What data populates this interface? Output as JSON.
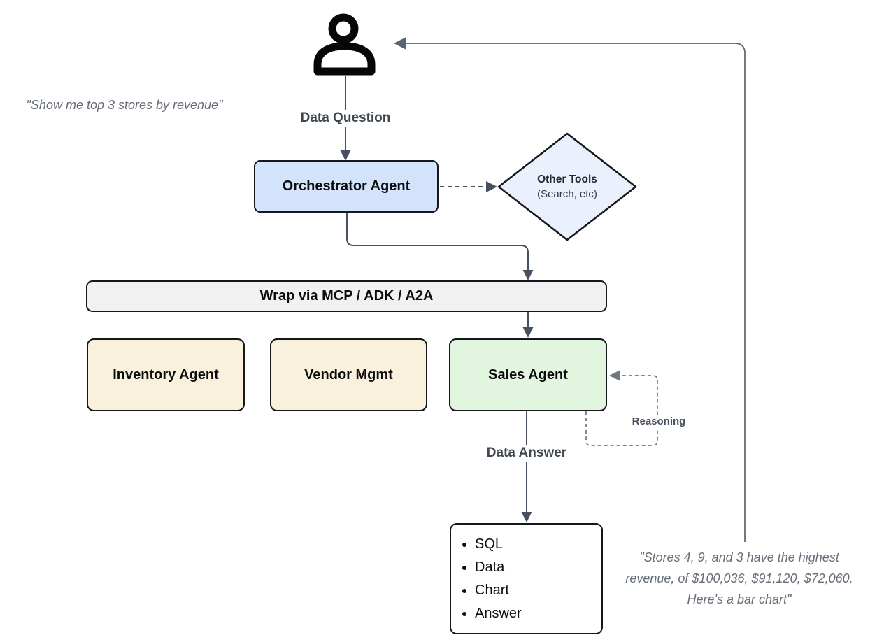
{
  "colors": {
    "background": "#ffffff",
    "node-border": "#15171b",
    "node-text": "#0c0d0f",
    "orchestrator-fill": "#d3e3fc",
    "diamond-fill": "#eaf1fc",
    "wrapper-fill": "#f1f1f2",
    "agent-fill-yellow": "#faf1dc",
    "agent-fill-green": "#e2f5de",
    "output-fill": "#ffffff",
    "arrow": "#47505e",
    "loop": "#6f7781",
    "feedback": "#5a6470",
    "flow-label": "#3e4750",
    "quote": "#666e79",
    "icon": "#070707"
  },
  "quotes": {
    "question": "\"Show me top 3 stores by revenue\"",
    "answer": "\"Stores 4, 9, and 3 have the highest\nrevenue, of $100,036, $91,120, $72,060.\nHere's a bar chart\""
  },
  "flow_labels": {
    "data_question": "Data Question",
    "data_answer": "Data Answer",
    "reasoning": "Reasoning"
  },
  "nodes": {
    "orchestrator": {
      "label": "Orchestrator Agent"
    },
    "other_tools": {
      "title": "Other Tools",
      "subtitle": "(Search, etc)"
    },
    "wrapper_bar": {
      "label": "Wrap via MCP / ADK / A2A"
    },
    "inventory": {
      "label": "Inventory Agent"
    },
    "vendor": {
      "label": "Vendor Mgmt"
    },
    "sales": {
      "label": "Sales Agent"
    },
    "output": {
      "items": [
        "SQL",
        "Data",
        "Chart",
        "Answer"
      ]
    }
  }
}
